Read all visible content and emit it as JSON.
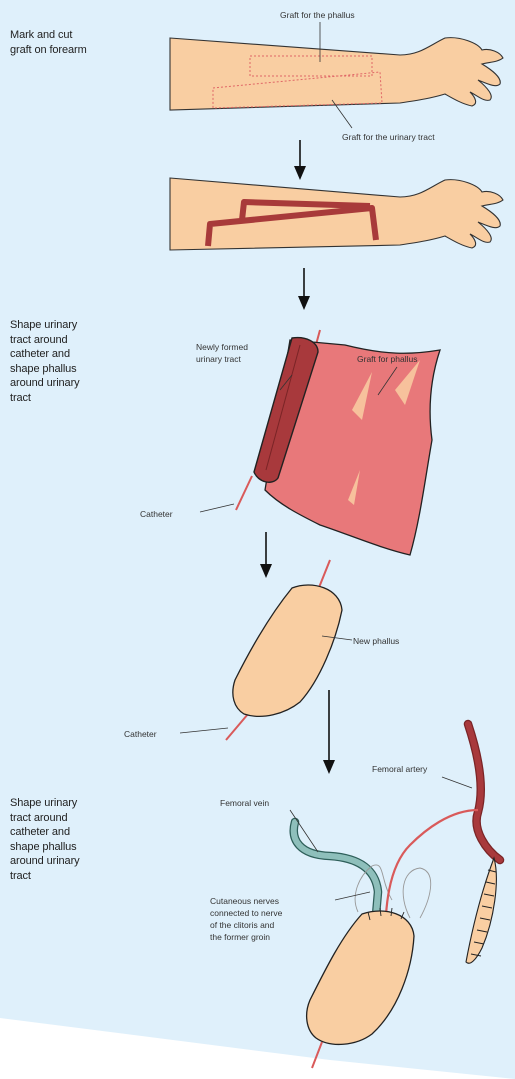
{
  "colors": {
    "background": "#dff0fb",
    "skin": "#f9cea2",
    "graft": "#e8787a",
    "graft_dark": "#a8393c",
    "cut_line": "#a83a3a",
    "vein": "#8ebfbb",
    "catheter": "#d95a5a"
  },
  "steps": [
    "Mark and cut\ngraft on forearm",
    "Shape urinary\ntract around\ncatheter and\nshape phallus\naround urinary\ntract",
    "Shape urinary\ntract around\ncatheter and\nshape phallus\naround urinary\ntract"
  ],
  "labels": {
    "graft_phallus_top": "Graft for the phallus",
    "graft_urinary": "Graft for the urinary tract",
    "newly_formed_1": "Newly formed",
    "newly_formed_2": "urinary tract",
    "graft_for_phallus": "Graft for phallus",
    "catheter_1": "Catheter",
    "new_phallus": "New phallus",
    "catheter_2": "Catheter",
    "femoral_artery": "Femoral artery",
    "femoral_vein": "Femoral vein",
    "nerves_1": "Cutaneous nerves",
    "nerves_2": "connected to nerve",
    "nerves_3": "of the clitoris and",
    "nerves_4": "the former groin"
  }
}
